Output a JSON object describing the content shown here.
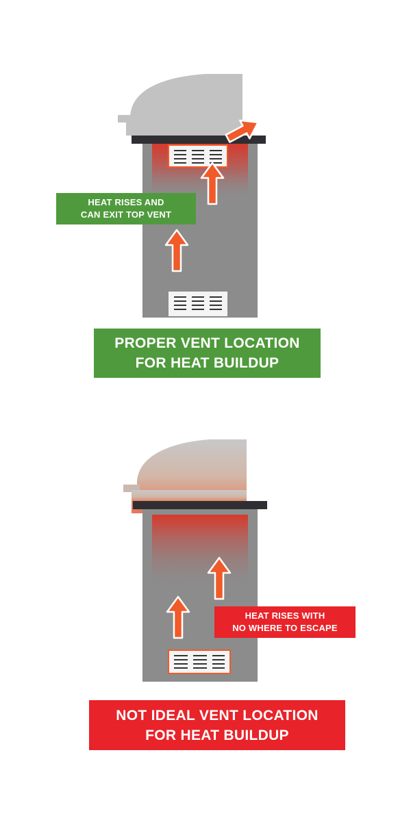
{
  "colors": {
    "grill_hood": "#c2c2c2",
    "counter_top": "#2e2e33",
    "cabinet": "#8c8c8c",
    "vent_fill": "#f4f4f4",
    "arrow_fill": "#f15a29",
    "good": "#4f9a3c",
    "bad": "#e8232a"
  },
  "proper": {
    "callout_lines": [
      "HEAT RISES AND",
      "CAN EXIT TOP VENT"
    ],
    "title_lines": [
      "PROPER VENT LOCATION",
      "FOR HEAT BUILDUP"
    ]
  },
  "not_ideal": {
    "callout_lines": [
      "HEAT RISES WITH",
      "NO WHERE TO ESCAPE"
    ],
    "title_lines": [
      "NOT IDEAL VENT LOCATION",
      "FOR HEAT BUILDUP"
    ]
  },
  "icons": {
    "vent": "vent-grille-icon",
    "arrow": "heat-arrow-icon"
  }
}
